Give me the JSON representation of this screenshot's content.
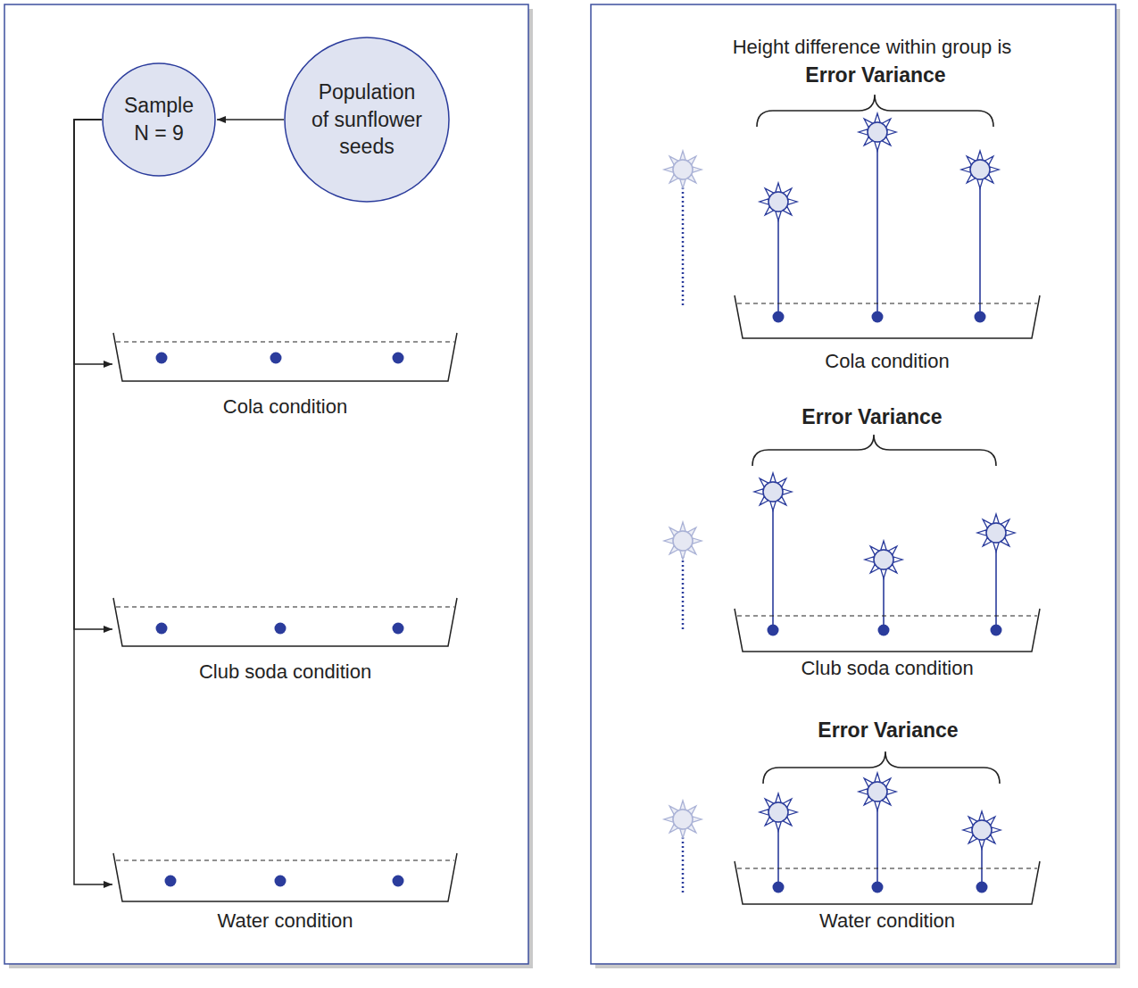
{
  "diagram": {
    "nodes": [
      {
        "text": [
          "Sample N = 9"
        ]
      },
      {
        "text": [
          "Population of sunflower seeds"
        ]
      },
      {
        "text": [
          "Cola condition"
        ]
      },
      {
        "text": [
          "Club soda condition"
        ]
      },
      {
        "text": [
          "Water condition"
        ]
      },
      {
        "text": [
          "Cola condition"
        ]
      },
      {
        "text": [
          "Club soda condition"
        ]
      },
      {
        "text": [
          "Water condition"
        ]
      }
    ],
    "edges": [
      {
        "from": 1,
        "to": 0,
        "arrow": "to"
      },
      {
        "from": 0,
        "to": 2,
        "arrow": "to"
      },
      {
        "from": 0,
        "to": 3,
        "arrow": "to"
      },
      {
        "from": 0,
        "to": 4,
        "arrow": "to"
      }
    ],
    "labels": [
      "Height difference within group is",
      "Error Variance",
      "Error Variance",
      "Error Variance"
    ]
  }
}
